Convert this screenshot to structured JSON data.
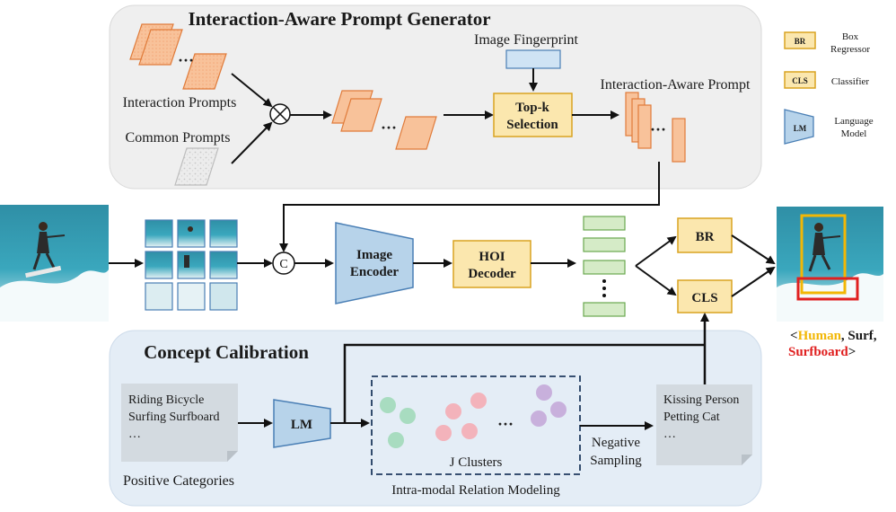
{
  "prompt_generator": {
    "title": "Interaction-Aware Prompt Generator",
    "interaction_prompts_label": "Interaction Prompts",
    "common_prompts_label": "Common Prompts",
    "image_fingerprint_label": "Image Fingerprint",
    "topk_line1": "Top-k",
    "topk_line2": "Selection",
    "interaction_aware_prompt_label": "Interaction-Aware Prompt",
    "multiply_symbol": "⊗",
    "ellipsis": "···"
  },
  "legend": {
    "items": [
      {
        "abbr": "BR",
        "line1": "Box",
        "line2": "Regressor"
      },
      {
        "abbr": "CLS",
        "line1": "Classifier",
        "line2": ""
      },
      {
        "abbr": "LM",
        "line1": "Language",
        "line2": "Model"
      }
    ]
  },
  "pipeline": {
    "concat_symbol": "C",
    "image_encoder_line1": "Image",
    "image_encoder_line2": "Encoder",
    "hoi_decoder_line1": "HOI",
    "hoi_decoder_line2": "Decoder",
    "br_label": "BR",
    "cls_label": "CLS",
    "output_open": "<",
    "output_human": "Human",
    "output_comma1": ",",
    "output_surf": "Surf,",
    "output_surfboard": "Surfboard",
    "output_close": ">"
  },
  "concept_calibration": {
    "title": "Concept Calibration",
    "positive_items": [
      "Riding Bicycle",
      "Surfing Surfboard",
      "…"
    ],
    "positive_label": "Positive Categories",
    "lm_label": "LM",
    "clusters_label": "J Clusters",
    "relation_label": "Intra-modal Relation Modeling",
    "negative_sampling_line1": "Negative",
    "negative_sampling_line2": "Sampling",
    "negative_items": [
      "Kissing Person",
      "Petting Cat",
      "…"
    ],
    "ellipsis": "···"
  },
  "colors": {
    "orange_fill": "#f8c29a",
    "orange_stroke": "#e07b3a",
    "yellow_fill": "#fbe7ae",
    "yellow_stroke": "#d9a320",
    "blue_fill": "#b7d3ea",
    "blue_stroke": "#4a7fb5",
    "green_fill": "#d5ebc7",
    "green_stroke": "#6aa84f",
    "human": "#f2b705",
    "surfboard": "#e02020"
  }
}
